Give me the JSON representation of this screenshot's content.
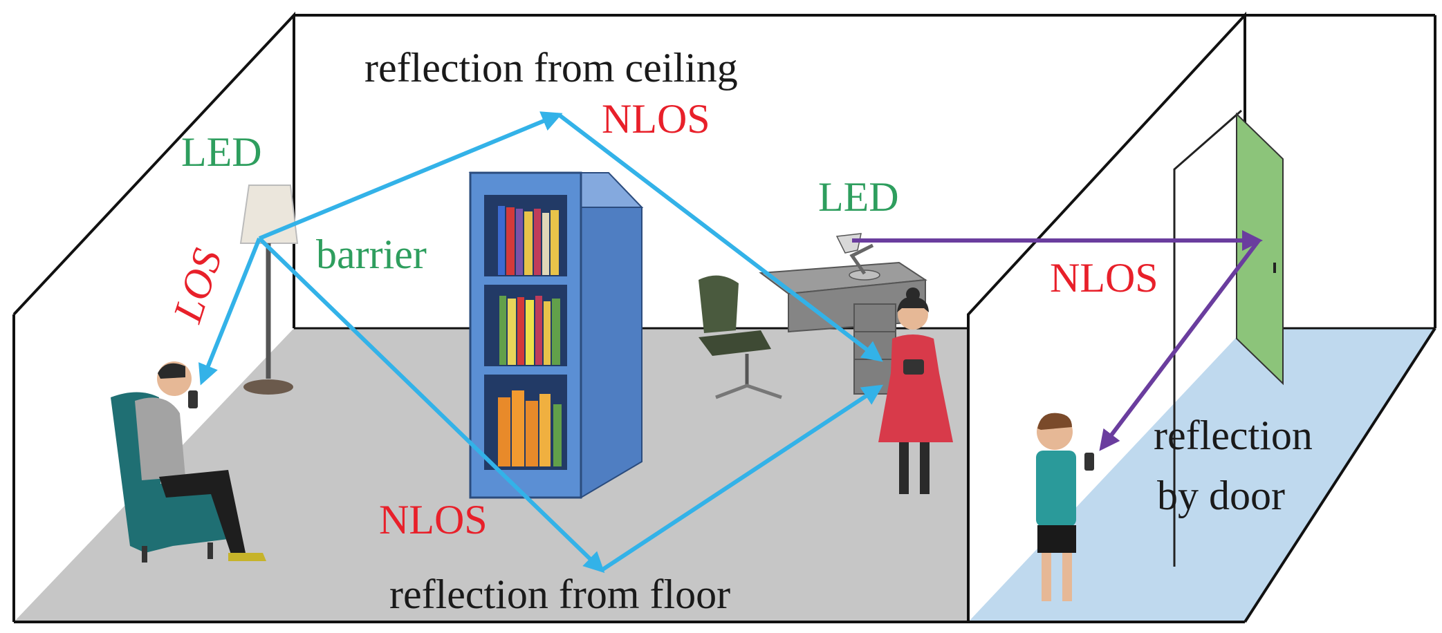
{
  "labels": {
    "led_lamp": "LED",
    "led_desk": "LED",
    "los": "LOS",
    "barrier": "barrier",
    "reflection_ceiling": "reflection from ceiling",
    "nlos_ceiling": "NLOS",
    "nlos_floor": "NLOS",
    "reflection_floor": "reflection from floor",
    "nlos_door": "NLOS",
    "reflection_door_line1": "reflection",
    "reflection_door_line2": "by door"
  },
  "colors": {
    "blue_path": "#33b2e8",
    "purple_path": "#6a3d9e",
    "green_text": "#2e9e5e",
    "red_text": "#e8202a",
    "floor_room1": "#c6c6c6",
    "floor_room2": "#bfd9ee",
    "bookshelf": "#5b8fd4",
    "door": "#8cc47a"
  }
}
